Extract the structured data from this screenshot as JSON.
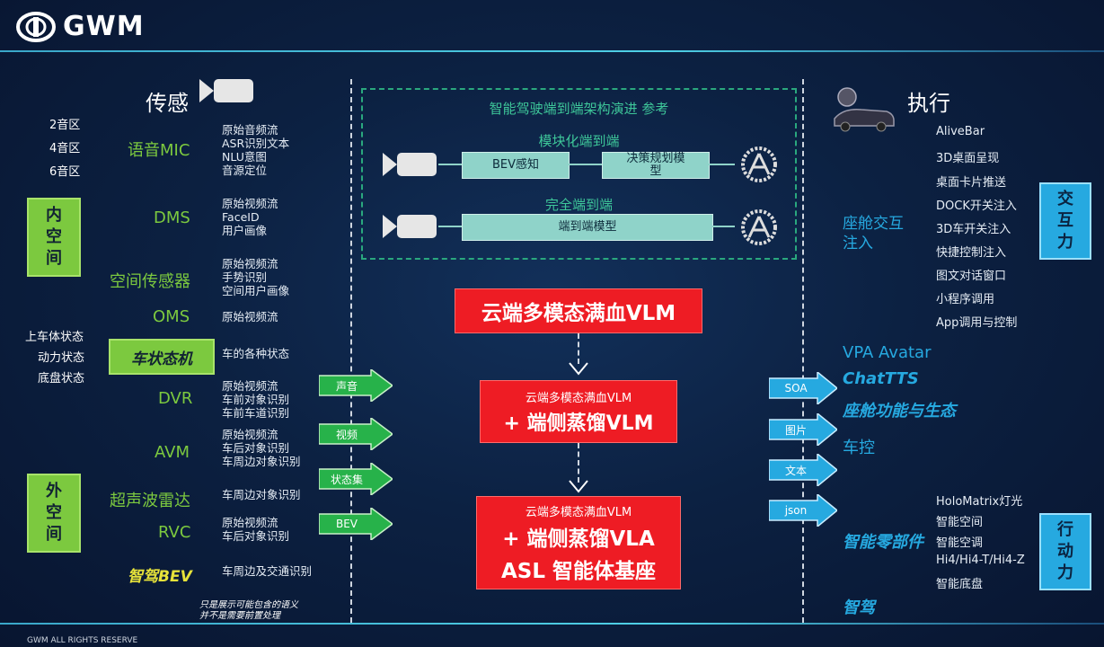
{
  "brand": "GWM",
  "footer": "GWM ALL RIGHTS RESERVE",
  "left": {
    "title": "传感",
    "zones": [
      "2音区",
      "4音区",
      "6音区"
    ],
    "vehicle_states": [
      "上车体状态",
      "动力状态",
      "底盘状态"
    ],
    "inner_box": "内\n空\n间",
    "outer_box": "外\n空\n间",
    "sensors": [
      {
        "name": "语音MIC",
        "desc": "原始音频流\nASR识别文本\nNLU意图\n音源定位"
      },
      {
        "name": "DMS",
        "desc": "原始视频流\nFaceID\n用户画像"
      },
      {
        "name": "空间传感器",
        "desc": "原始视频流\n手势识别\n空间用户画像"
      },
      {
        "name": "OMS",
        "desc": "原始视频流"
      },
      {
        "name": "车状态机",
        "desc": "车的各种状态"
      },
      {
        "name": "DVR",
        "desc": "原始视频流\n车前对象识别\n车前车道识别"
      },
      {
        "name": "AVM",
        "desc": "原始视频流\n车后对象识别\n车周边对象识别"
      },
      {
        "name": "超声波雷达",
        "desc": "车周边对象识别"
      },
      {
        "name": "RVC",
        "desc": "原始视频流\n车后对象识别"
      },
      {
        "name": "智驾BEV",
        "desc": "车周边及交通识别"
      }
    ],
    "note": "只是展示可能包含的语义\n并不是需要前置处理"
  },
  "input_arrows": [
    "声音",
    "视频",
    "状态集",
    "BEV"
  ],
  "center": {
    "pipeline_title": "智能驾驶端到端架构演进 参考",
    "modular_label": "模块化端到端",
    "bev": "BEV感知",
    "planning": "决策规划模\n型",
    "full_label": "完全端到端",
    "e2e": "端到端模型",
    "red1": "云端多模态满血VLM",
    "red2_top": "云端多模态满血VLM",
    "red2_main": "+ 端侧蒸馏VLM",
    "red3_top": "云端多模态满血VLM",
    "red3_main": "+ 端侧蒸馏VLA",
    "red3_bottom": "ASL 智能体基座"
  },
  "output_arrows": [
    "SOA",
    "图片",
    "文本",
    "json"
  ],
  "right": {
    "title": "执行",
    "cabin_label": "座舱交互\n注入",
    "items_top": [
      "AliveBar",
      "3D桌面呈现",
      "桌面卡片推送",
      "DOCK开关注入",
      "3D车开关注入",
      "快捷控制注入",
      "图文对话窗口",
      "小程序调用",
      "App调用与控制"
    ],
    "interaction_box": "交\n互\n力",
    "vpa": "VPA Avatar",
    "chattts": "ChatTTS",
    "cabin_eco": "座舱功能与生态",
    "car_ctrl": "车控",
    "parts": "智能零部件",
    "items_bottom": [
      "HoloMatrix灯光",
      "智能空间",
      "智能空调",
      "Hi4/Hi4-T/Hi4-Z",
      "智能底盘"
    ],
    "action_box": "行\n动\n力",
    "adas": "智驾"
  },
  "colors": {
    "green": "#7cc93f",
    "blue": "#26a9e0",
    "red": "#ee1c24",
    "teal": "#8fd3c9"
  }
}
